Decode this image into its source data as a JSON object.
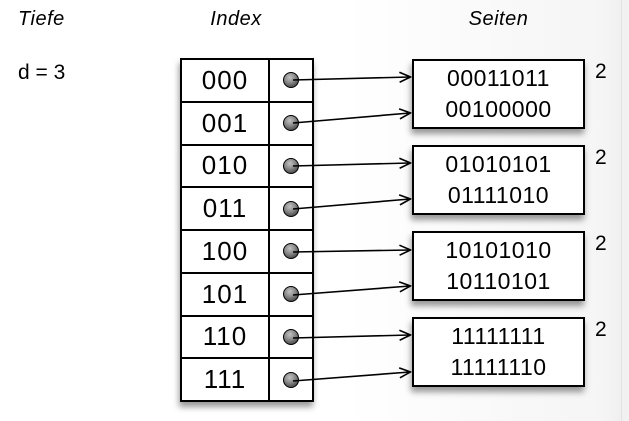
{
  "diagram": {
    "depth": {
      "label": "Tiefe",
      "value": "d = 3"
    },
    "index": {
      "header": "Index",
      "rows": [
        "000",
        "001",
        "010",
        "011",
        "100",
        "101",
        "110",
        "111"
      ]
    },
    "pages": {
      "header": "Seiten",
      "boxes": [
        {
          "entries": [
            "00011011",
            "00100000"
          ],
          "local_depth": "2"
        },
        {
          "entries": [
            "01010101",
            "01111010"
          ],
          "local_depth": "2"
        },
        {
          "entries": [
            "10101010",
            "10110101"
          ],
          "local_depth": "2"
        },
        {
          "entries": [
            "11111111",
            "11111110"
          ],
          "local_depth": "2"
        }
      ]
    },
    "links": [
      {
        "from_index": "000",
        "to_page": 1
      },
      {
        "from_index": "001",
        "to_page": 1
      },
      {
        "from_index": "010",
        "to_page": 2
      },
      {
        "from_index": "011",
        "to_page": 2
      },
      {
        "from_index": "100",
        "to_page": 3
      },
      {
        "from_index": "101",
        "to_page": 3
      },
      {
        "from_index": "110",
        "to_page": 4
      },
      {
        "from_index": "111",
        "to_page": 4
      }
    ],
    "colors": {
      "stroke": "#000000",
      "box_fill": "#ffffff",
      "dot_highlight": "#c2c2c2",
      "dot_dark": "#323232",
      "shadow": "rgba(0,0,0,0.40)"
    }
  }
}
